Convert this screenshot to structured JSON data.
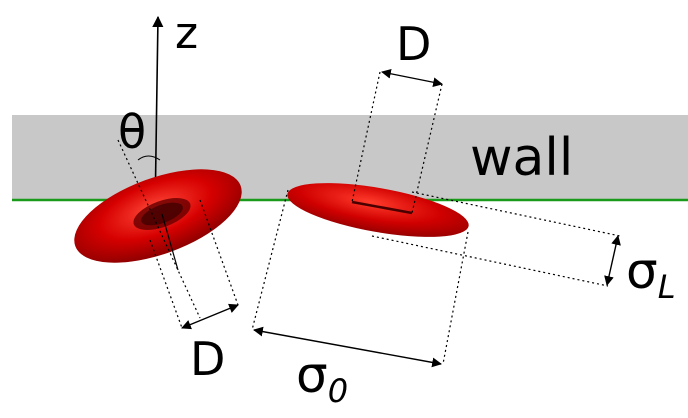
{
  "labels": {
    "z": "z",
    "theta": "θ",
    "wall": "wall",
    "d_top": "D",
    "d_bottom": "D",
    "sigma_0": "σ",
    "sigma_0_sub": "0",
    "sigma_l": "σ",
    "sigma_l_sub": "L"
  },
  "colors": {
    "wall": "#c8c8c8",
    "wall_line": "#1a9a1a",
    "cell": "#d30000",
    "cell_dark": "#7a0000",
    "ink": "#000000"
  }
}
